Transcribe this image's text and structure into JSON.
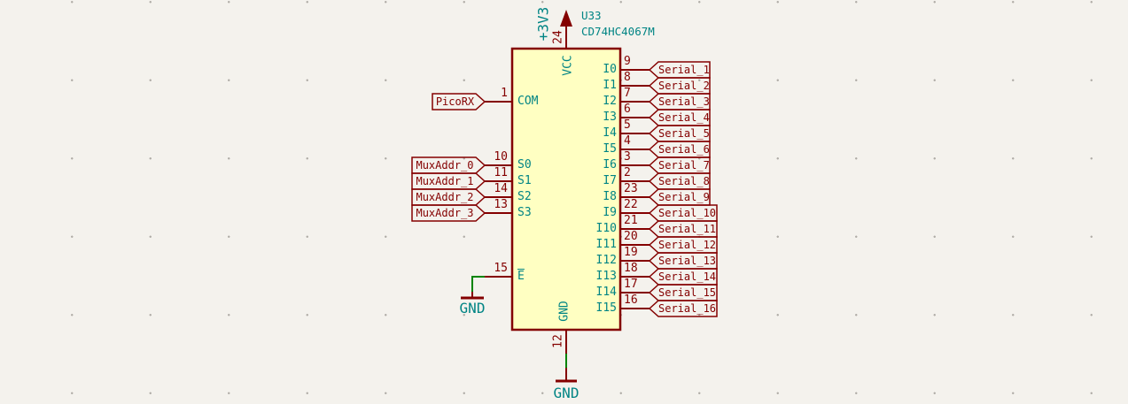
{
  "component": {
    "reference": "U33",
    "value": "CD74HC4067M"
  },
  "power": {
    "vcc_net": "+3V3",
    "gnd_net_left": "GND",
    "gnd_net_bottom": "GND"
  },
  "pins": {
    "top": {
      "number": "24",
      "name": "VCC"
    },
    "bottom": {
      "number": "12",
      "name": "GND"
    },
    "left": [
      {
        "number": "1",
        "name": "COM",
        "label": "PicoRX"
      },
      {
        "number": "10",
        "name": "S0",
        "label": "MuxAddr_0"
      },
      {
        "number": "11",
        "name": "S1",
        "label": "MuxAddr_1"
      },
      {
        "number": "14",
        "name": "S2",
        "label": "MuxAddr_2"
      },
      {
        "number": "13",
        "name": "S3",
        "label": "MuxAddr_3"
      },
      {
        "number": "15",
        "name": "E",
        "label": null,
        "overline": true
      }
    ],
    "right": [
      {
        "number": "9",
        "name": "I0",
        "label": "Serial_1"
      },
      {
        "number": "8",
        "name": "I1",
        "label": "Serial_2"
      },
      {
        "number": "7",
        "name": "I2",
        "label": "Serial_3"
      },
      {
        "number": "6",
        "name": "I3",
        "label": "Serial_4"
      },
      {
        "number": "5",
        "name": "I4",
        "label": "Serial_5"
      },
      {
        "number": "4",
        "name": "I5",
        "label": "Serial_6"
      },
      {
        "number": "3",
        "name": "I6",
        "label": "Serial_7"
      },
      {
        "number": "2",
        "name": "I7",
        "label": "Serial_8"
      },
      {
        "number": "23",
        "name": "I8",
        "label": "Serial_9"
      },
      {
        "number": "22",
        "name": "I9",
        "label": "Serial_10"
      },
      {
        "number": "21",
        "name": "I10",
        "label": "Serial_11"
      },
      {
        "number": "20",
        "name": "I11",
        "label": "Serial_12"
      },
      {
        "number": "19",
        "name": "I12",
        "label": "Serial_13"
      },
      {
        "number": "18",
        "name": "I13",
        "label": "Serial_14"
      },
      {
        "number": "17",
        "name": "I14",
        "label": "Serial_15"
      },
      {
        "number": "16",
        "name": "I15",
        "label": "Serial_16"
      }
    ]
  },
  "colors": {
    "symbol_outline": "#840000",
    "body_fill": "#FFFFC2",
    "pin_name": "#008484",
    "annotation": "#008484",
    "wire": "#008400",
    "background": "#F4F2ED",
    "grid_dot": "#B0ADA7"
  }
}
